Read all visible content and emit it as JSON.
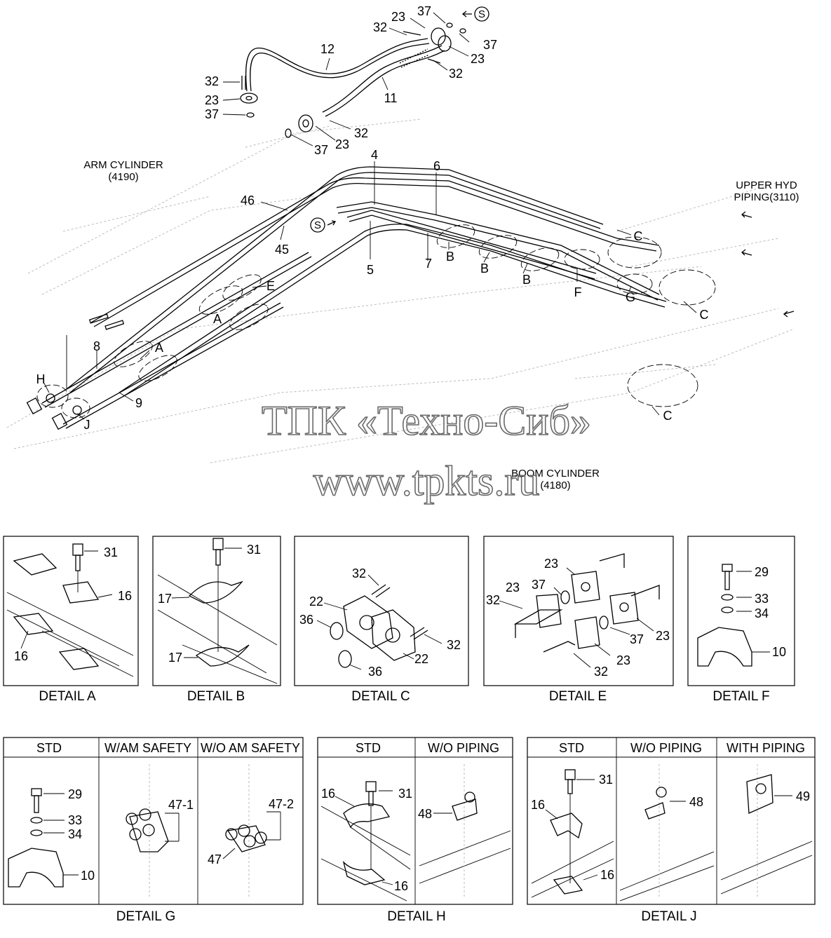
{
  "top_labels": {
    "arm_cylinder": "ARM CYLINDER",
    "arm_cylinder_code": "(4190)",
    "upper_hyd": "UPPER HYD",
    "upper_hyd_piping": "PIPING(3110)",
    "boom_cylinder": "BOOM CYLINDER",
    "boom_cylinder_code": "(4180)",
    "s_marker": "S"
  },
  "callouts": {
    "n23": "23",
    "n37": "37",
    "n32": "32",
    "n12": "12",
    "n11": "11",
    "n4": "4",
    "n6": "6",
    "n46": "46",
    "n45": "45",
    "n5": "5",
    "n7": "7",
    "n8": "8",
    "n9": "9",
    "A": "A",
    "B": "B",
    "C": "C",
    "E": "E",
    "F": "F",
    "G": "G",
    "H": "H",
    "J": "J"
  },
  "watermark": {
    "line1": "ТПК «Техно-Сиб»",
    "line2": "www.tpkts.ru"
  },
  "details": {
    "a": {
      "caption": "DETAIL  A",
      "parts": [
        "31",
        "16",
        "16"
      ]
    },
    "b": {
      "caption": "DETAIL  B",
      "parts": [
        "31",
        "17",
        "17"
      ]
    },
    "c": {
      "caption": "DETAIL  C",
      "parts": [
        "32",
        "22",
        "36",
        "32",
        "22",
        "36"
      ]
    },
    "e": {
      "caption": "DETAIL  E",
      "parts": [
        "23",
        "23",
        "37",
        "32",
        "37",
        "23",
        "23",
        "32"
      ]
    },
    "f": {
      "caption": "DETAIL  F",
      "parts": [
        "29",
        "33",
        "34",
        "10"
      ]
    },
    "g": {
      "caption": "DETAIL  G",
      "headers": [
        "STD",
        "W/AM SAFETY",
        "W/O AM SAFETY"
      ],
      "parts": [
        "29",
        "33",
        "34",
        "10",
        "47-1",
        "47-2",
        "47"
      ]
    },
    "h": {
      "caption": "DETAIL  H",
      "headers": [
        "STD",
        "W/O PIPING"
      ],
      "parts": [
        "16",
        "31",
        "16",
        "48"
      ]
    },
    "j": {
      "caption": "DETAIL  J",
      "headers": [
        "STD",
        "W/O PIPING",
        "WITH PIPING"
      ],
      "parts": [
        "31",
        "16",
        "16",
        "48",
        "49"
      ]
    }
  }
}
